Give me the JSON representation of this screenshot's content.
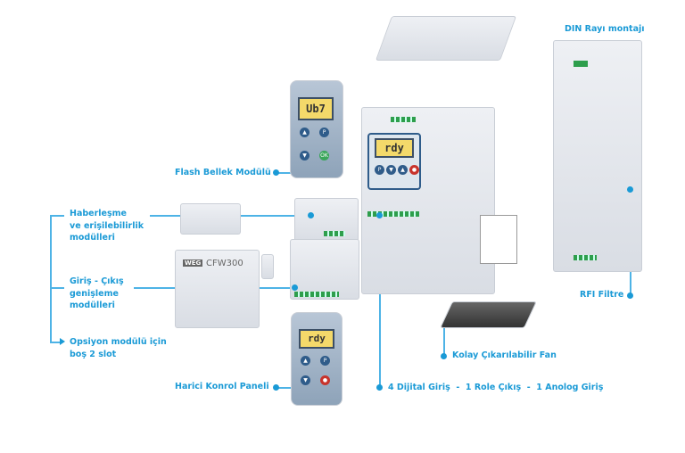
{
  "accent_color": "#1a9ad6",
  "labels": {
    "din_rail": "DIN Rayı montajı",
    "flash_memory": "Flash Bellek Modülü",
    "comm_line1": "Haberleşme",
    "comm_line2": "ve erişilebilirlik",
    "comm_line3": "modülleri",
    "io_line1": "Giriş - Çıkış",
    "io_line2": "genişleme",
    "io_line3": "modülleri",
    "slot_line1": "Opsiyon modülü için",
    "slot_line2": "boş 2 slot",
    "remote_panel": "Harici Konrol Paneli",
    "fan": "Kolay Çıkarılabilir Fan",
    "io_spec": "4 Dijital Giriş  -  1 Role Çıkış  -  1 Anolog Giriş",
    "rfi_filter": "RFI Filtre"
  },
  "displays": {
    "flash_lcd": "Ub7",
    "drive_lcd": "rdy",
    "remote_lcd": "rdy"
  },
  "cover": {
    "brand": "WEG",
    "model": "CFW300"
  }
}
